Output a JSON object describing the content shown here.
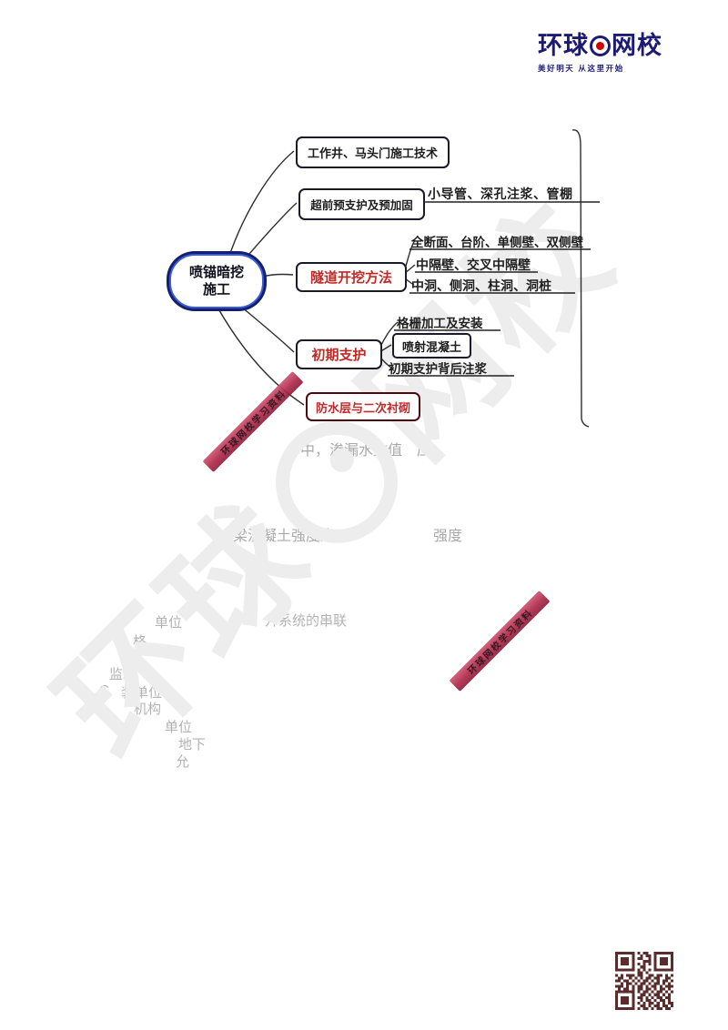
{
  "logo": {
    "brand_left": "环球",
    "brand_right": "网校",
    "slogan": "美好明天 从这里开始",
    "brand_color": "#1c1a75",
    "dot_color": "#d40000"
  },
  "mindmap": {
    "root": {
      "line1": "喷锚暗挖",
      "line2": "施工"
    },
    "branches": {
      "b1": {
        "label": "工作井、马头门施工技术"
      },
      "b2": {
        "label": "超前预支护及预加固",
        "child": "小导管、深孔注浆、管棚"
      },
      "b3": {
        "label": "隧道开挖方法",
        "rows": [
          "全断面、台阶、单侧壁、双侧壁",
          "中隔壁、交叉中隔壁",
          "中洞、侧洞、柱洞、洞桩"
        ]
      },
      "b4": {
        "label": "初期支护",
        "rows": [
          "格栅加工及安装",
          "喷射混凝土",
          "初期支护背后注浆"
        ]
      },
      "b5": {
        "label": "防水层与二次衬砌"
      }
    },
    "red_text_color": "#c02a26",
    "box_border_color": "#1a1a28",
    "root_border_outer": "#141f6e",
    "root_border_inner": "#3b5bd6"
  },
  "watermark": {
    "brand_left": "环球",
    "brand_right": "网校",
    "stripe_text": "环球网校学习资料",
    "stripe_color": "#b02a4b"
  },
  "ghost_fragments": {
    "g1": "中，渗漏水数值　应",
    "g2a": "梁混凝土强度应",
    "g2b": "强度",
    "g3a": "单位",
    "g3b": "升系统的串联",
    "g4": "格",
    "g5": "议",
    "g6": "监理",
    "g7": "C",
    "g8": "装单位",
    "g9": "机构",
    "g10": "单位",
    "g11": "地下",
    "g12": "允"
  },
  "qr_color": "#5b2c2c"
}
